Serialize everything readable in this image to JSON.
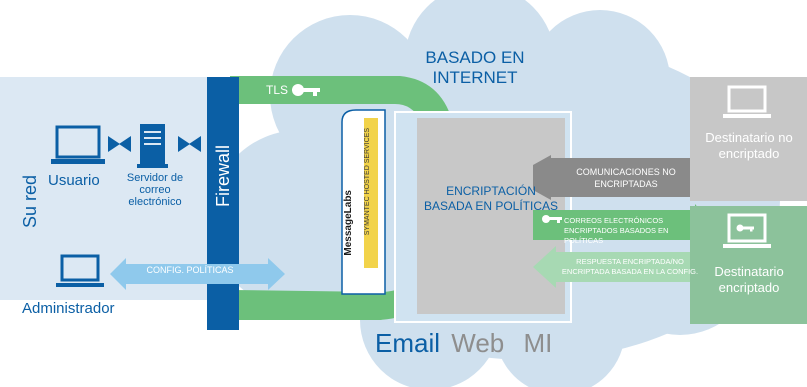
{
  "cloud": {
    "title_line1": "BASADO EN",
    "title_line2": "INTERNET",
    "tabs": {
      "email": "Email",
      "web": "Web",
      "im": "MI"
    }
  },
  "network": {
    "label": "Su red",
    "firewall": "Firewall",
    "user": "Usuario",
    "mail_server": "Servidor de correo electrónico",
    "admin": "Administrador",
    "config_arrow": "CONFIG. POLÍTICAS",
    "tls": "TLS"
  },
  "service": {
    "brand": "MessageLabs",
    "sub": "SYMANTEC HOSTED SERVICES",
    "engine": "ENCRIPTACIÓN BASADA EN POLÍTICAS"
  },
  "flows": {
    "unencrypted": "COMUNICACIONES NO ENCRIPTADAS",
    "encrypted_out": "CORREOS ELECTRÓNICOS ENCRIPTADOS BASADOS EN POLÍTICAS",
    "encrypted_in": "RESPUESTA ENCRIPTADA/NO ENCRIPTADA BASADA EN LA CONFIG."
  },
  "recipients": {
    "unencrypted": "Destinatario no encriptado",
    "encrypted": "Destinatario encriptado"
  },
  "colors": {
    "network_bg": "#dce8f3",
    "firewall": "#0b5fa5",
    "cloud": "#cfe0ee",
    "green_arrow": "#6cc07b",
    "gray_arrow": "#8a8a8a",
    "light_blue_arrow": "#8fc9ec",
    "encrypted_box": "#8cc29b",
    "unencrypted_box": "#c7c7c7"
  }
}
